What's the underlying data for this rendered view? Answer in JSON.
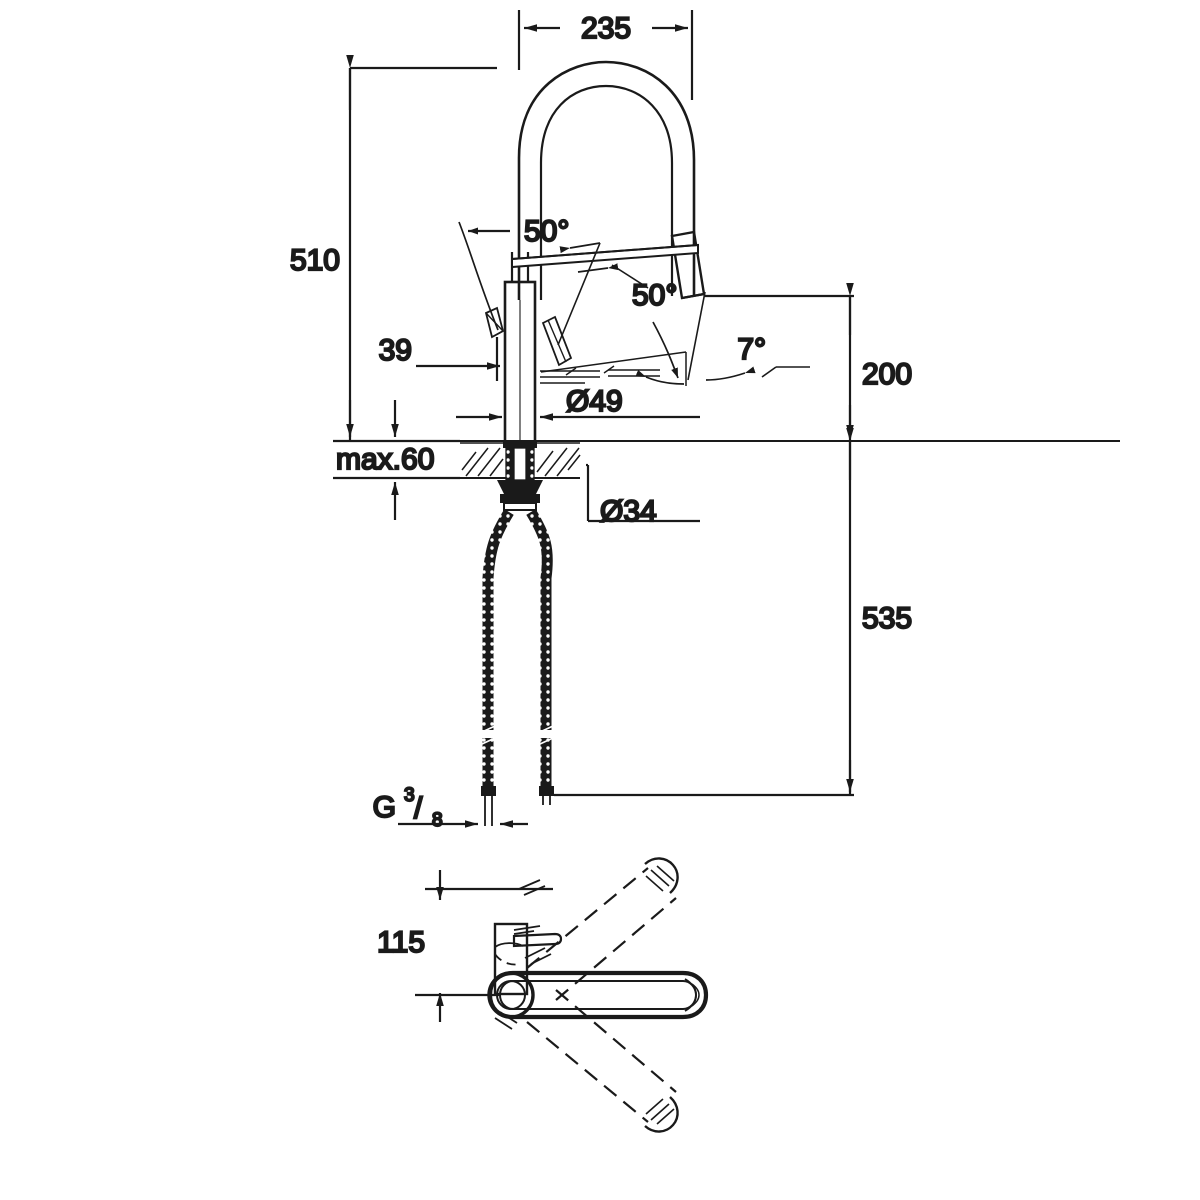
{
  "drawing": {
    "type": "technical-dimension-drawing",
    "subject": "single-lever kitchen sink mixer with professional spring spout and pull-out spray",
    "units": "mm",
    "line_color": "#1a1a1a",
    "background_color": "#ffffff"
  },
  "views": [
    {
      "id": "elevation",
      "name": "front-elevation-view"
    },
    {
      "id": "plan",
      "name": "top-plan-view-swivel-range"
    }
  ],
  "dimensions": {
    "spout_reach": {
      "label": "235",
      "name": "spout-reach",
      "orientation": "horizontal",
      "view": "elevation"
    },
    "overall_height": {
      "label": "510",
      "name": "overall-height",
      "orientation": "vertical",
      "view": "elevation"
    },
    "handle_clearance": {
      "label": "39",
      "name": "handle-clearance",
      "orientation": "horizontal",
      "view": "elevation"
    },
    "body_diameter": {
      "label": "Ø49",
      "name": "body-diameter",
      "orientation": "horizontal",
      "view": "elevation"
    },
    "mounting_hole_diameter": {
      "label": "Ø34",
      "name": "mounting-hole-diameter",
      "orientation": "leader",
      "view": "elevation"
    },
    "max_deck_thickness": {
      "label": "max.60",
      "name": "max-deck-thickness",
      "orientation": "vertical",
      "view": "elevation"
    },
    "spout_outlet_height": {
      "label": "200",
      "name": "spout-outlet-height",
      "orientation": "vertical",
      "view": "elevation"
    },
    "hose_length": {
      "label": "535",
      "name": "hose-length",
      "orientation": "vertical",
      "view": "elevation"
    },
    "connection_thread": {
      "label": "G",
      "sup": "3",
      "sub": "8",
      "name": "connection-thread",
      "orientation": "horizontal",
      "view": "elevation"
    },
    "plan_offset": {
      "label": "115",
      "name": "plan-offset-dimension",
      "orientation": "vertical",
      "view": "plan"
    }
  },
  "angles": [
    {
      "label": "50°",
      "name": "lever-swivel-angle-left",
      "view": "elevation"
    },
    {
      "label": "50°",
      "name": "lever-swivel-angle-right",
      "view": "elevation"
    },
    {
      "label": "7°",
      "name": "spout-outlet-tilt-angle",
      "view": "elevation"
    }
  ],
  "labels_flat": [
    "235",
    "510",
    "50°",
    "50°",
    "39",
    "7°",
    "200",
    "Ø49",
    "max.60",
    "Ø34",
    "535",
    "115"
  ]
}
